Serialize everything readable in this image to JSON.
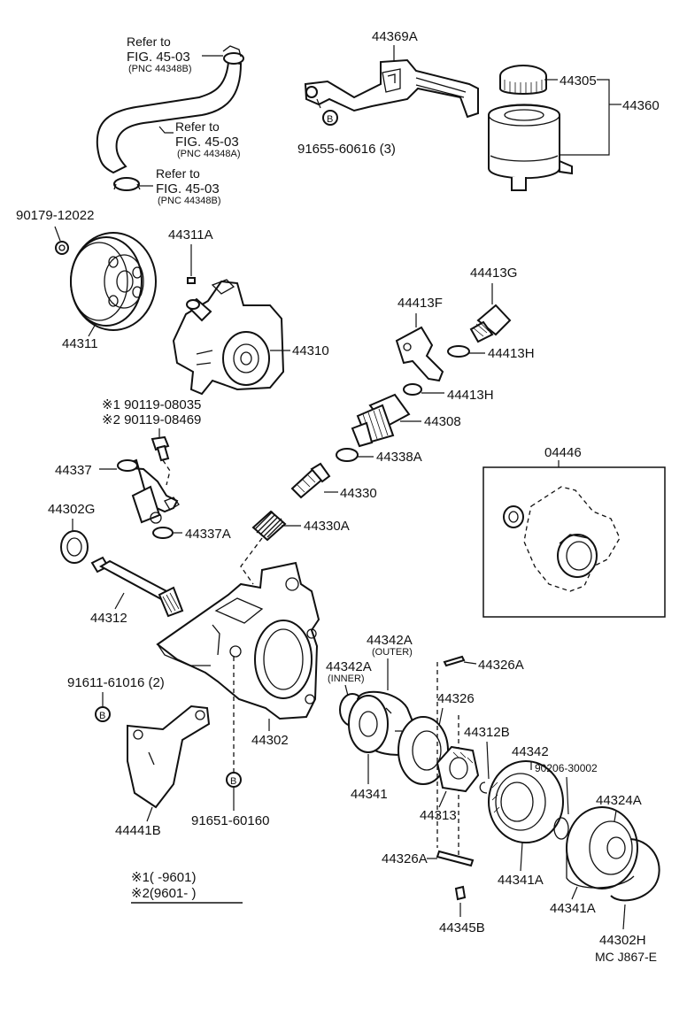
{
  "diagram": {
    "labels": {
      "p44369a": "44369A",
      "p44305": "44305",
      "p44360": "44360",
      "p91655": "91655-60616 (3)",
      "refer1": "Refer to",
      "fig1": "FIG. 45-03",
      "pnc1": "(PNC 44348B)",
      "refer2": "Refer to",
      "fig2": "FIG. 45-03",
      "pnc2": "(PNC 44348A)",
      "refer3": "Refer to",
      "fig3": "FIG. 45-03",
      "pnc3": "(PNC 44348B)",
      "p90179": "90179-12022",
      "p44311a": "44311A",
      "p44311": "44311",
      "p44310": "44310",
      "p44413g": "44413G",
      "p44413f": "44413F",
      "p44413h_1": "44413H",
      "p44413h_2": "44413H",
      "p44308": "44308",
      "p44338a": "44338A",
      "p44330": "44330",
      "p44330a": "44330A",
      "note1_bolt": "※1 90119-08035",
      "note2_bolt": "※2 90119-08469",
      "p44337": "44337",
      "p44337a": "44337A",
      "p44302g": "44302G",
      "p44312": "44312",
      "p04446": "04446",
      "p44342a_outer": "44342A",
      "outer": "(OUTER)",
      "p44342a_inner": "44342A",
      "inner": "(INNER)",
      "p44326a_top": "44326A",
      "p44326": "44326",
      "p44312b": "44312B",
      "p44342": "44342",
      "p90206": "90206-30002",
      "p44324a": "44324A",
      "p91611": "91611-61016 (2)",
      "p44302": "44302",
      "p44341": "44341",
      "p44313": "44313",
      "p44441b": "44441B",
      "p91651": "91651-60160",
      "p44341a_1": "44341A",
      "p44341a_2": "44341A",
      "p44326a_bot": "44326A",
      "p44302h": "44302H",
      "p44345b": "44345B",
      "b_marker": "B",
      "footnote1": "※1(      -9601)",
      "footnote2": "※2(9601-      )",
      "doc_code": "MC J867-E"
    }
  }
}
